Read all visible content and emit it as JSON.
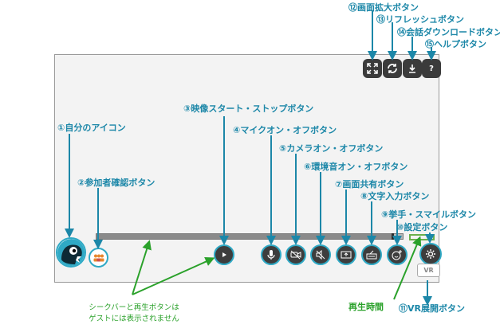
{
  "labels": {
    "own_icon": "①自分のアイコン",
    "participants": "②参加者確認ボタン",
    "video": "③映像スタート・ストップボタン",
    "mic": "④マイクオン・オフボタン",
    "camera": "⑤カメラオン・オフボタン",
    "ambient": "⑥環境音オン・オフボタン",
    "screen_share": "⑦画面共有ボタン",
    "text_input": "⑧文字入力ボタン",
    "raise_hand": "⑨挙手・スマイルボタン",
    "settings": "⑩設定ボタン",
    "vr": "⑪VR展開ボタン",
    "fullscreen": "⑫画面拡大ボタン",
    "refresh": "⑬リフレッシュボタン",
    "download": "⑭会話ダウンロードボタン",
    "help": "⑮ヘルプボタン"
  },
  "playback_time_label": "再生時間",
  "guest_note": [
    "シークバーと再生ボタンは",
    "ゲストには表示されません"
  ],
  "vr_button_text": "VR",
  "help_button_text": "?",
  "seekbar": {
    "progress_fraction": 0.97
  },
  "colors": {
    "label": "#1c87a8",
    "button_ring": "#2fa9c5",
    "note": "#2aa12a"
  },
  "icons": [
    "own-avatar-icon",
    "participants-icon",
    "play-icon",
    "mic-icon",
    "camera-off-icon",
    "speaker-mute-icon",
    "screen-share-icon",
    "keyboard-icon",
    "smile-plus-icon",
    "gear-icon",
    "fullscreen-icon",
    "refresh-icon",
    "download-icon",
    "help-icon"
  ]
}
